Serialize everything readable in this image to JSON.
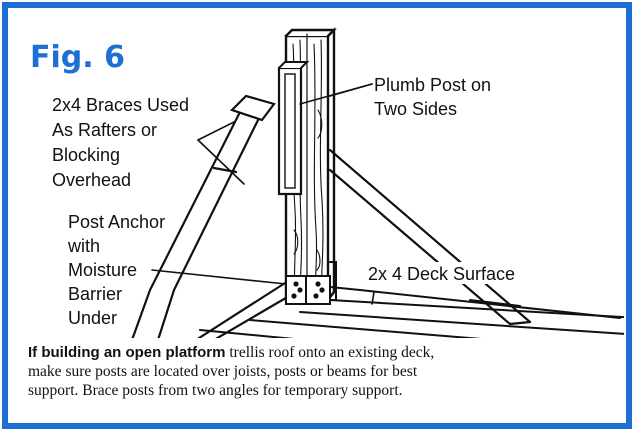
{
  "colors": {
    "border": "#1d6fd3",
    "title": "#1d6fd3",
    "ink": "#111111",
    "background": "#ffffff"
  },
  "figure": {
    "title": "Fig. 6",
    "labels": {
      "braces": [
        "2x4 Braces Used",
        "As Rafters or",
        "Blocking",
        "Overhead"
      ],
      "plumb": [
        "Plumb Post on",
        "Two Sides"
      ],
      "anchor": [
        "Post Anchor",
        "with",
        "Moisture",
        "Barrier",
        "Under"
      ],
      "deck": "2x 4 Deck Surface"
    }
  },
  "caption": {
    "lead": "If building an open platform",
    "line1_rest": " trellis roof onto an existing deck,",
    "line2": "make sure posts are located over joists, posts or beams for best",
    "line3": "support.  Brace posts from two angles for temporary support."
  }
}
